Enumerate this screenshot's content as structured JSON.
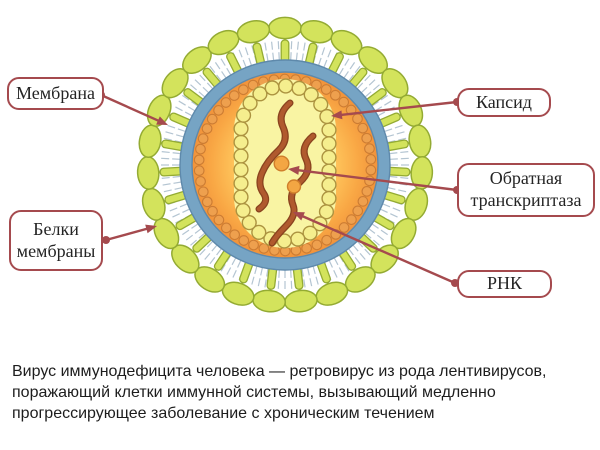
{
  "diagram": {
    "subject": "HIV virion structure",
    "labels": {
      "membrane": "Мембрана",
      "capsid": "Капсид",
      "reverse_transcriptase": "Обратная транскриптаза",
      "membrane_proteins": "Белки мембраны",
      "rna": "РНК"
    },
    "colors": {
      "label_border": "#a54a4e",
      "arrow": "#a54a4e",
      "spike": "#d3e35c",
      "spike_outline": "#94ab33",
      "bilayer_tick": "#b4c5d2",
      "membrane_blue": "#76a4c4",
      "membrane_edge": "#5e89ab",
      "matrix_bead": "#eea04e",
      "matrix_bead_outline": "#cc7c33",
      "capsid_bead": "#f5ee8e",
      "capsid_bead_outline": "#ac9340",
      "capsid_interior": "#f9f4a3",
      "core_orange": "#f0913a",
      "rna_strand": "#b05a2e",
      "rna_dark": "#8a431f",
      "rt_enzyme": "#f3a643",
      "rt_outline": "#cf7e2b"
    }
  },
  "caption": {
    "text": "Вирус иммунодефицита человека — ретровирус из рода лентивирусов, поражающий клетки иммунной системы, вызывающий медленно прогрессирующее заболевание с хроническим течением"
  }
}
